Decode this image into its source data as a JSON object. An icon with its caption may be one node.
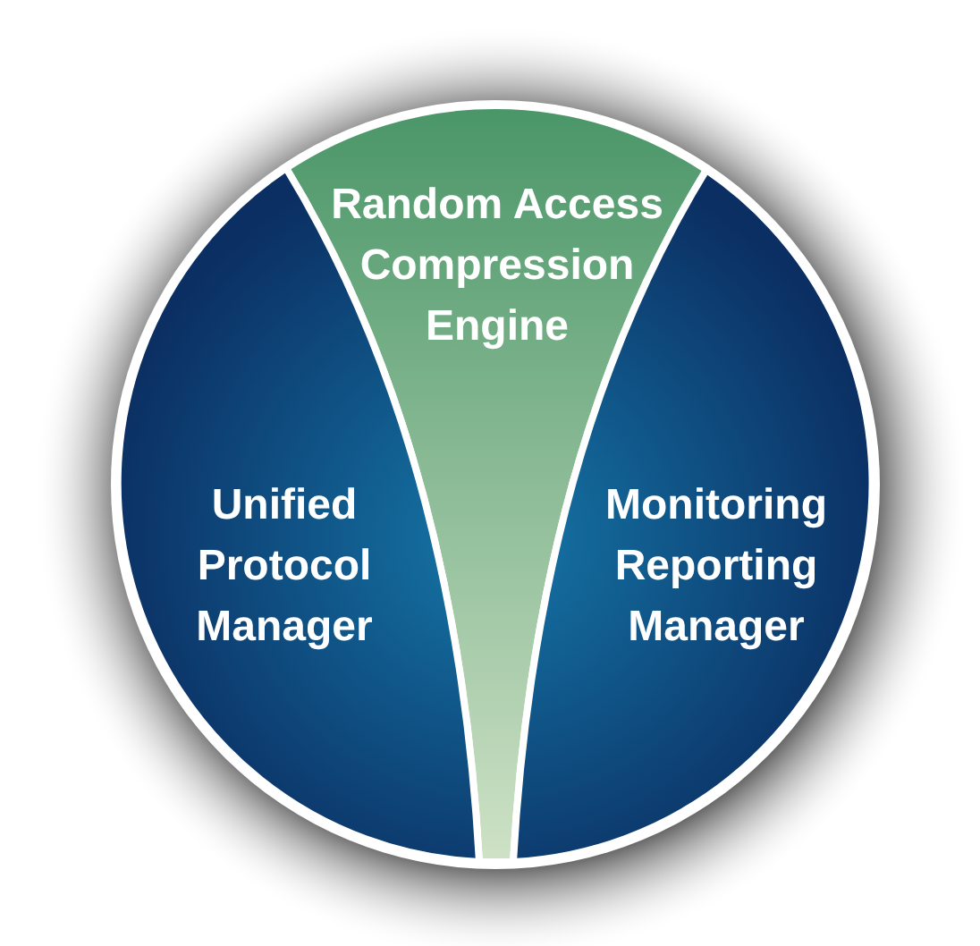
{
  "diagram": {
    "nodes": [
      {
        "text": [
          "Random Access Compression Engine"
        ]
      },
      {
        "text": [
          "Unified Protocol Manager"
        ]
      },
      {
        "text": [
          "Monitoring Reporting Manager"
        ]
      }
    ]
  }
}
